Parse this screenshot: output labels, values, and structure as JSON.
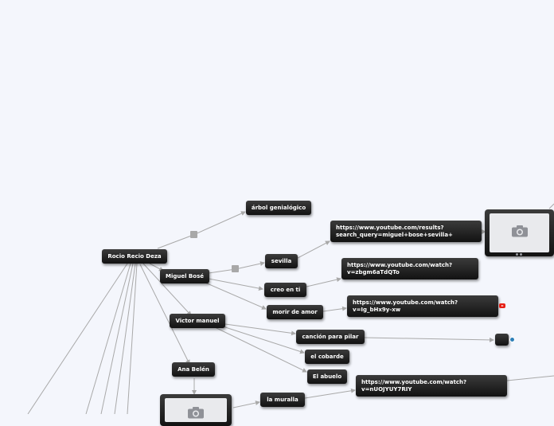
{
  "nodes": {
    "root": "Rocio Recio Deza",
    "arbol": "árbol genialógico",
    "miguel": "Miguel Bosé",
    "sevilla": "sevilla",
    "creo": "creo en ti",
    "morir": "morir de amor",
    "victor": "Victor manuel",
    "cancion": "canción para pilar",
    "cobarde": "el cobarde",
    "abuelo": "El abuelo",
    "ana": "Ana Belén",
    "muralla": "la muralla"
  },
  "links": {
    "url1": "https://www.youtube.com/results?search_query=miguel+bose+sevilla+",
    "url2": "https://www.youtube.com/watch?v=zbgm6aTdQTo",
    "url3": "https://www.youtube.com/watch?v=Ig_bHx9y-xw",
    "url4": "https://www.youtube.com/watch?v=nUOJYUY7RIY"
  },
  "icons": {
    "thumbnail": "camera-icon",
    "youtube": "youtube-icon",
    "wordpress": "wordpress-icon",
    "collapse": "collapse-square-icon"
  },
  "colors": {
    "background": "#f4f6fc",
    "node": "#1e1e1e",
    "connector": "#a9a9a9",
    "youtube": "#e62117"
  }
}
